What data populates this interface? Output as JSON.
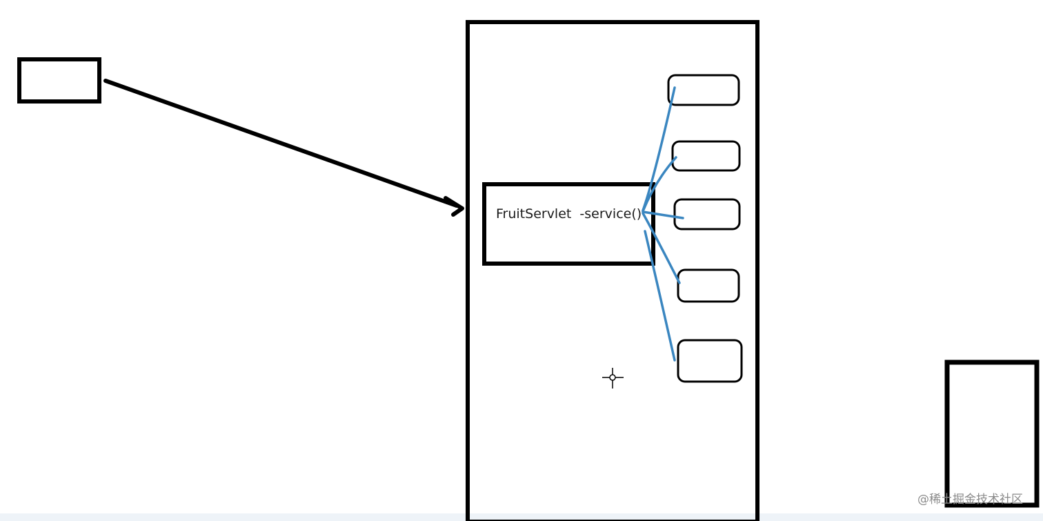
{
  "diagram": {
    "servlet_label": "FruitServlet  -service()",
    "watermark": "@稀土掘金技术社区",
    "colors": {
      "stroke": "#000000",
      "connector": "#3a86c0",
      "background": "#ffffff"
    },
    "method_box_count": 5
  }
}
